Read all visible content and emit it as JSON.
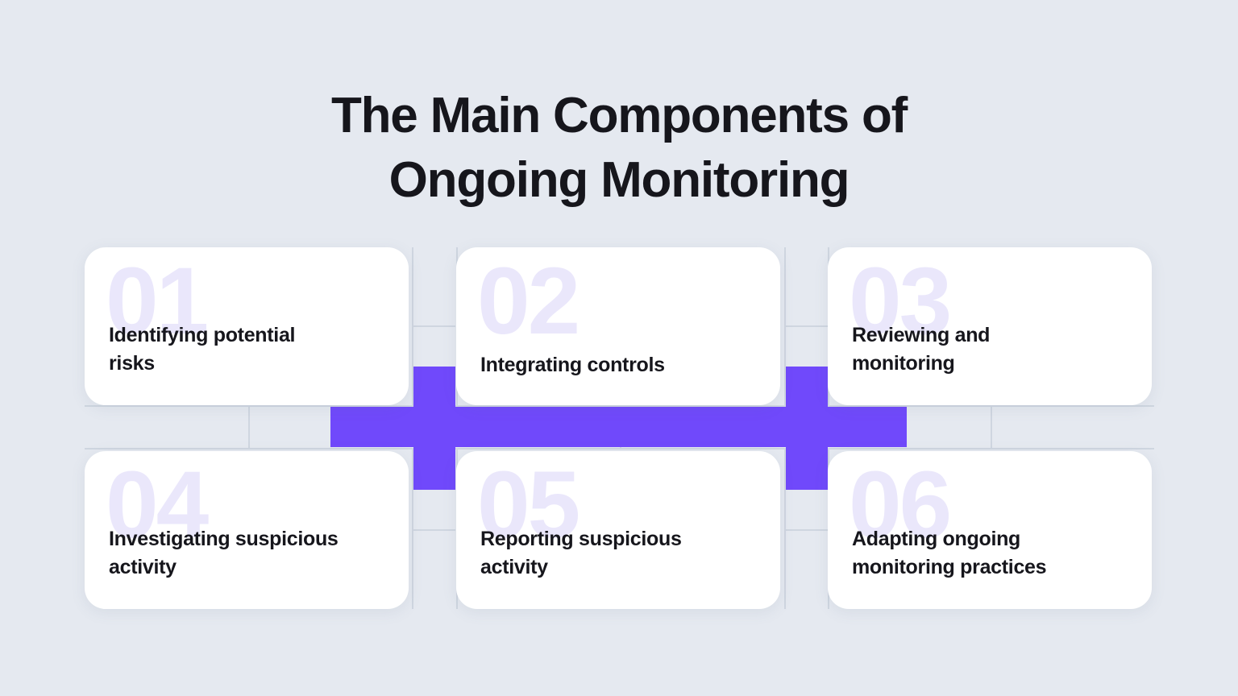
{
  "page": {
    "background_color": "#E5E9F0",
    "accent_color": "#7049FB",
    "card_color": "#FFFFFF",
    "watermark_color": "#EAE7FB",
    "text_color": "#16161C",
    "gridline_color": "#CFD6E0"
  },
  "title": "The Main Components of\nOngoing Monitoring",
  "cards": [
    {
      "number": "01",
      "title": "Identifying potential\nrisks"
    },
    {
      "number": "02",
      "title": "Integrating controls"
    },
    {
      "number": "03",
      "title": "Reviewing and\nmonitoring"
    },
    {
      "number": "04",
      "title": "Investigating suspicious\nactivity"
    },
    {
      "number": "05",
      "title": "Reporting suspicious\nactivity"
    },
    {
      "number": "06",
      "title": "Adapting ongoing\nmonitoring practices"
    }
  ]
}
